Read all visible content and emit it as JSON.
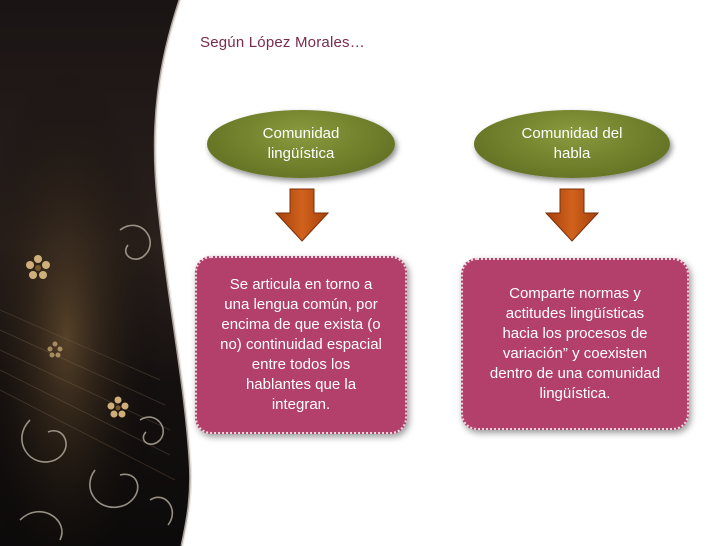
{
  "slide": {
    "title": "Según López Morales…",
    "left_column": {
      "oval_label_line1": "Comunidad",
      "oval_label_line2": "lingüística",
      "box_lines": [
        "Se articula en torno a",
        "una lengua común, por",
        "encima de que exista (o",
        "no) continuidad espacial",
        "entre todos los",
        "hablantes que la",
        "integran."
      ]
    },
    "right_column": {
      "oval_label_line1": "Comunidad del",
      "oval_label_line2": "habla",
      "box_lines": [
        "Comparte normas y",
        "actitudes lingüísticas",
        "hacia los procesos de",
        "variación” y coexisten",
        "dentro de una comunidad",
        "lingüística."
      ]
    },
    "colors": {
      "oval": "#6e7e2a",
      "box": "#b2406a",
      "arrow": "#c0561a",
      "title": "#7a2a4a"
    }
  }
}
